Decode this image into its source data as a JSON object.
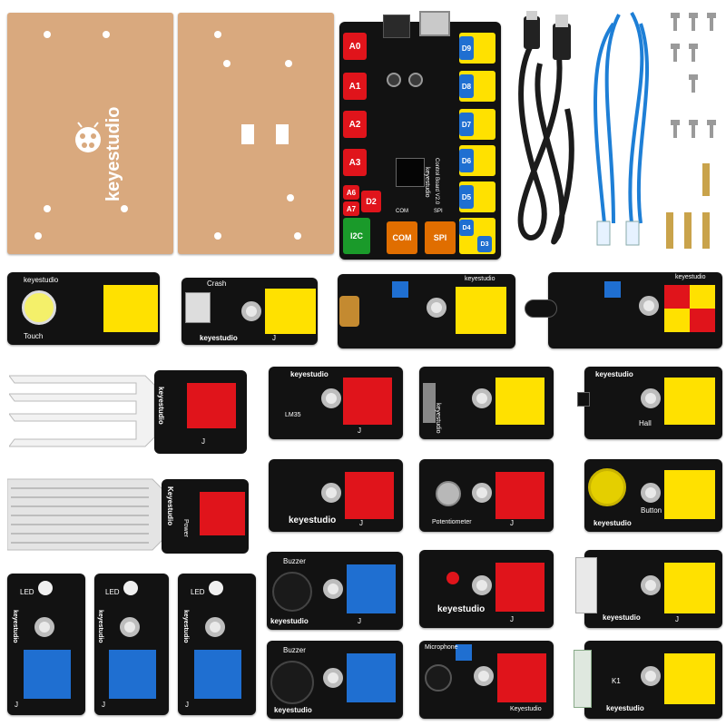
{
  "colors": {
    "acrylic": "#d9a97e",
    "pcb": "#121212",
    "red": "#e0141b",
    "yellow": "#ffe100",
    "blue": "#1f6fd1",
    "green": "#1a9a2a",
    "orange": "#e06e00",
    "cable_black": "#1b1b1b",
    "cable_blue": "#1e7fd6"
  },
  "acrylic_plate": {
    "brand": "keyestudio"
  },
  "main_board": {
    "left_ports": [
      "A0",
      "A1",
      "A2",
      "A3"
    ],
    "right_ports": [
      "D9",
      "D8",
      "D7",
      "D6",
      "D5"
    ],
    "small_ports": [
      "A6",
      "A7",
      "D2"
    ],
    "bottom_ports": [
      "I2C",
      "COM",
      "SPI"
    ],
    "bottom_right_ports": [
      "D4",
      "D3"
    ],
    "silk_labels": [
      "keyestudio",
      "Control Board V2.0",
      "COM",
      "SPI"
    ]
  },
  "modules": [
    {
      "id": "touch",
      "labels": [
        "keyestudio",
        "Touch"
      ]
    },
    {
      "id": "crash",
      "labels": [
        "Crash",
        "keyestudio",
        "J"
      ]
    },
    {
      "id": "ir-module",
      "labels": [
        "keyestudio"
      ]
    },
    {
      "id": "flame",
      "labels": [
        "keyestudio"
      ]
    },
    {
      "id": "soil",
      "labels": [
        "keyestudio",
        "J"
      ]
    },
    {
      "id": "lm35",
      "labels": [
        "keyestudio",
        "LM35",
        "J"
      ]
    },
    {
      "id": "tilt",
      "labels": [
        "keyestudio"
      ]
    },
    {
      "id": "hall",
      "labels": [
        "keyestudio",
        "Hall"
      ]
    },
    {
      "id": "water",
      "labels": [
        "Keyestudio",
        "Power"
      ]
    },
    {
      "id": "photocell",
      "labels": [
        "keyestudio",
        "J"
      ]
    },
    {
      "id": "potentiometer",
      "labels": [
        "Potentiometer",
        "J"
      ]
    },
    {
      "id": "button",
      "labels": [
        "keyestudio",
        "Button"
      ]
    },
    {
      "id": "led-1",
      "labels": [
        "LED",
        "keyestudio",
        "J"
      ]
    },
    {
      "id": "led-2",
      "labels": [
        "LED",
        "keyestudio",
        "J"
      ]
    },
    {
      "id": "led-3",
      "labels": [
        "LED",
        "keyestudio",
        "J"
      ]
    },
    {
      "id": "buzzer-passive",
      "labels": [
        "Buzzer",
        "keyestudio",
        "J"
      ]
    },
    {
      "id": "led-rgb",
      "labels": [
        "keyestudio",
        "J"
      ]
    },
    {
      "id": "reed",
      "labels": [
        "keyestudio",
        "J"
      ]
    },
    {
      "id": "buzzer-active",
      "labels": [
        "Buzzer",
        "keyestudio"
      ]
    },
    {
      "id": "microphone",
      "labels": [
        "Microphone",
        "Keyestudio"
      ]
    },
    {
      "id": "reed-switch",
      "labels": [
        "K1",
        "keyestudio"
      ]
    }
  ]
}
